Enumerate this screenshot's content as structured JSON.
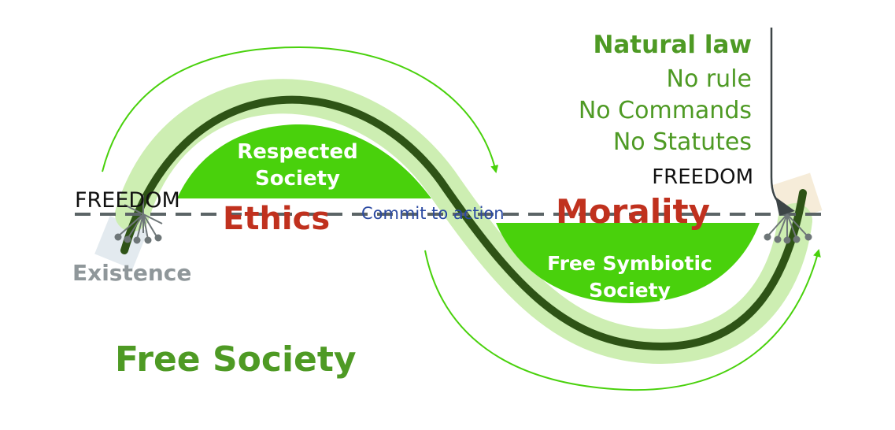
{
  "colors": {
    "dark_green": "#2e5316",
    "light_green": "#cdeeb2",
    "bright_green": "#49d10c",
    "text_green": "#4e9a24",
    "red": "#c0311e",
    "blue": "#2b4aa2",
    "gray": "#8f979a",
    "dash": "#5b6466"
  },
  "labels": {
    "freedom_left": "FREEDOM",
    "existence": "Existence",
    "respected_society_line1": "Respected",
    "respected_society_line2": "Society",
    "ethics": "Ethics",
    "commit": "Commit to action",
    "morality": "Morality",
    "free_symbiotic_line1": "Free Symbiotic",
    "free_symbiotic_line2": "Society",
    "free_society": "Free Society",
    "natural_law": "Natural law",
    "no_rule": "No rule",
    "no_commands": "No Commands",
    "no_statutes": "No Statutes",
    "freedom_right": "FREEDOM"
  }
}
